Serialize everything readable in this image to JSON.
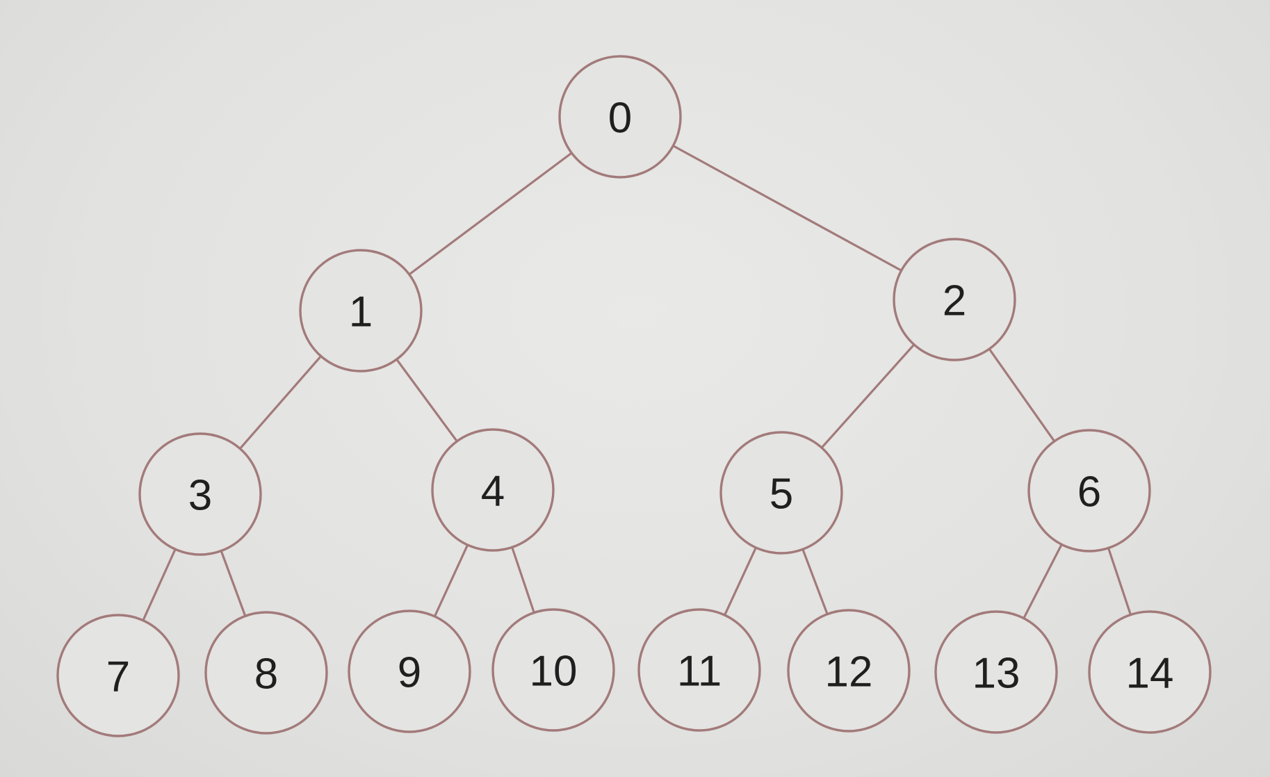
{
  "diagram": {
    "type": "binary-tree",
    "colors": {
      "background": "#e3e3e1",
      "node_stroke": "#a27a7a",
      "edge_stroke": "#a27a7a",
      "label": "#1f1f1f"
    },
    "nodes": [
      {
        "id": "n0",
        "label": "0"
      },
      {
        "id": "n1",
        "label": "1"
      },
      {
        "id": "n2",
        "label": "2"
      },
      {
        "id": "n3",
        "label": "3"
      },
      {
        "id": "n4",
        "label": "4"
      },
      {
        "id": "n5",
        "label": "5"
      },
      {
        "id": "n6",
        "label": "6"
      },
      {
        "id": "n7",
        "label": "7"
      },
      {
        "id": "n8",
        "label": "8"
      },
      {
        "id": "n9",
        "label": "9"
      },
      {
        "id": "n10",
        "label": "10"
      },
      {
        "id": "n11",
        "label": "11"
      },
      {
        "id": "n12",
        "label": "12"
      },
      {
        "id": "n13",
        "label": "13"
      },
      {
        "id": "n14",
        "label": "14"
      }
    ],
    "edges": [
      {
        "from": "n0",
        "to": "n1"
      },
      {
        "from": "n0",
        "to": "n2"
      },
      {
        "from": "n1",
        "to": "n3"
      },
      {
        "from": "n1",
        "to": "n4"
      },
      {
        "from": "n2",
        "to": "n5"
      },
      {
        "from": "n2",
        "to": "n6"
      },
      {
        "from": "n3",
        "to": "n7"
      },
      {
        "from": "n3",
        "to": "n8"
      },
      {
        "from": "n4",
        "to": "n9"
      },
      {
        "from": "n4",
        "to": "n10"
      },
      {
        "from": "n5",
        "to": "n11"
      },
      {
        "from": "n5",
        "to": "n12"
      },
      {
        "from": "n6",
        "to": "n13"
      },
      {
        "from": "n6",
        "to": "n14"
      }
    ]
  }
}
